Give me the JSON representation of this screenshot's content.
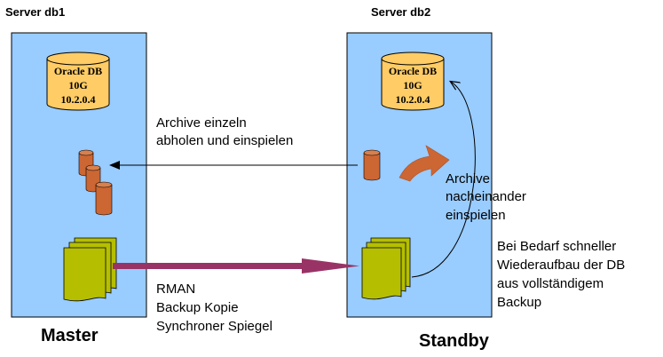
{
  "servers": {
    "left": {
      "name": "Server db1",
      "role": "Master",
      "database": [
        "Oracle DB",
        "10G",
        "10.2.0.4"
      ]
    },
    "right": {
      "name": "Server db2",
      "role": "Standby",
      "database": [
        "Oracle DB",
        "10G",
        "10.2.0.4"
      ]
    }
  },
  "labels": {
    "archive_fetch": [
      "Archive einzeln",
      "abholen und einspielen"
    ],
    "archive_apply": [
      "Archive",
      "nacheinander",
      "einspielen"
    ],
    "rebuild": [
      "Bei Bedarf schneller",
      "Wiederaufbau der DB",
      "aus vollständigem",
      "Backup"
    ],
    "backup_methods": [
      "RMAN",
      "Backup Kopie",
      "Synchroner Spiegel"
    ]
  },
  "colors": {
    "server_box": "#99ccff",
    "database_fill": "#ffcc66",
    "archive_fill": "#cc6633",
    "backup_fill": "#b5bf00",
    "transfer_arrow": "#993366",
    "curved_arrow": "#cc6633"
  }
}
